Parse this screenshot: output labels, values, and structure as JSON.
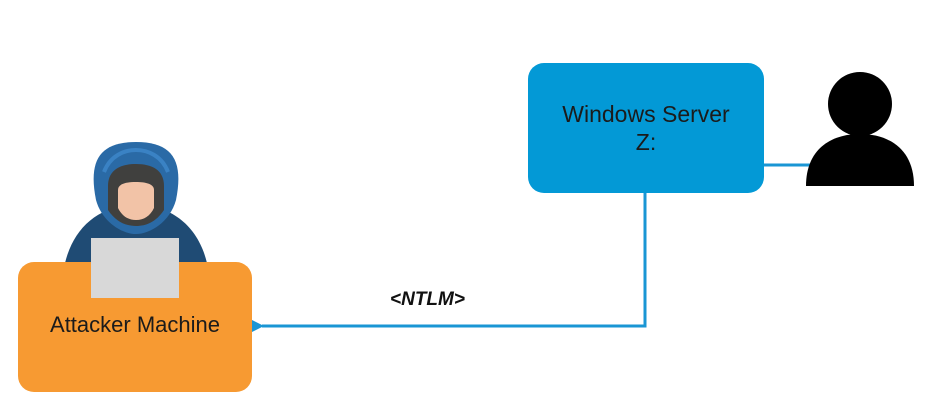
{
  "diagram": {
    "server": {
      "line1": "Windows Server",
      "line2": "Z:",
      "color": "#0399d6"
    },
    "attacker": {
      "label": "Attacker Machine",
      "color": "#f79a32"
    },
    "connection": {
      "label": "<NTLM>",
      "color": "#1a96d4"
    },
    "icons": {
      "user": "user-silhouette-icon",
      "hacker": "hooded-hacker-icon"
    }
  }
}
